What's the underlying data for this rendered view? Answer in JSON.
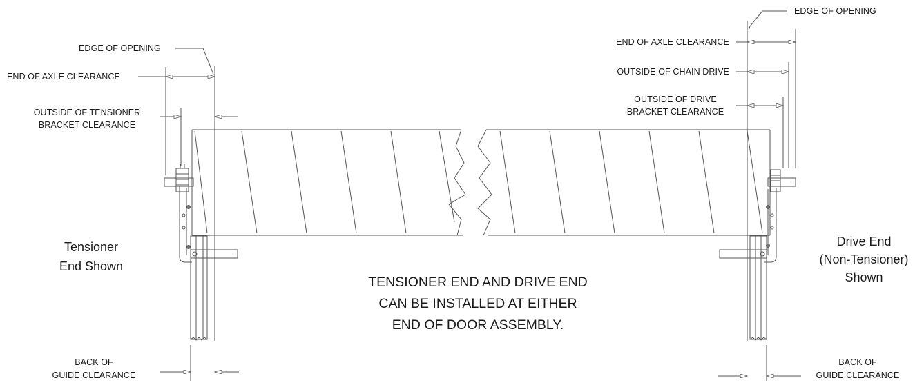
{
  "labels": {
    "left_edge_of_opening": "EDGE OF OPENING",
    "left_end_of_axle": "END OF AXLE CLEARANCE",
    "left_tensioner_bracket_1": "OUTSIDE OF TENSIONER",
    "left_tensioner_bracket_2": "BRACKET CLEARANCE",
    "left_back_of_guide_1": "BACK OF",
    "left_back_of_guide_2": "GUIDE CLEARANCE",
    "right_edge_of_opening": "EDGE OF OPENING",
    "right_end_of_axle": "END OF AXLE CLEARANCE",
    "right_chain_drive": "OUTSIDE OF CHAIN DRIVE",
    "right_drive_bracket_1": "OUTSIDE OF DRIVE",
    "right_drive_bracket_2": "BRACKET CLEARANCE",
    "right_back_of_guide_1": "BACK OF",
    "right_back_of_guide_2": "GUIDE CLEARANCE"
  },
  "captions": {
    "tensioner_1": "Tensioner",
    "tensioner_2": "End Shown",
    "drive_1": "Drive End",
    "drive_2": "(Non-Tensioner)",
    "drive_3": "Shown"
  },
  "note": {
    "line1": "TENSIONER END AND DRIVE END",
    "line2": "CAN BE INSTALLED AT EITHER",
    "line3": "END OF DOOR ASSEMBLY."
  },
  "colors": {
    "line": "#555555",
    "text": "#1a1a1a"
  }
}
